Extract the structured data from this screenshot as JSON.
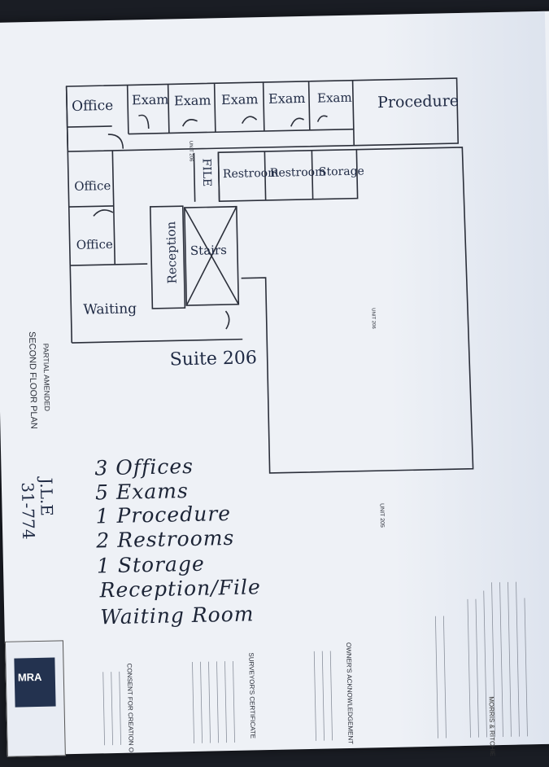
{
  "rooms": {
    "office_top": "Office",
    "exam_1": "Exam",
    "exam_2": "Exam",
    "exam_3": "Exam",
    "exam_4": "Exam",
    "exam_5": "Exam",
    "procedure": "Procedure",
    "office_mid": "Office",
    "office_low": "Office",
    "waiting": "Waiting",
    "reception": "Reception",
    "file": "FILE",
    "restroom_1": "Restroom",
    "restroom_2": "Restroom",
    "storage": "Storage",
    "stairs": "Stairs",
    "suite": "Suite 206"
  },
  "plan_labels": {
    "unit_206_a": "UNIT 206",
    "unit_206_b": "UNIT 206",
    "unit_205": "UNIT 205"
  },
  "title_block": {
    "line1": "PARTIAL AMENDED",
    "line2": "SECOND FLOOR PLAN"
  },
  "handwritten_id": {
    "initials": "J.L.E",
    "number": "31-774"
  },
  "summary_list": [
    "3 Offices",
    "5 Exams",
    "1 Procedure",
    "2 Restrooms",
    "1 Storage",
    "Reception/File",
    "Waiting Room"
  ],
  "certificates": {
    "owners": "OWNER'S ACKNOWLEDGEMENT",
    "surveyors": "SURVEYOR'S CERTIFICATE",
    "consent": "CONSENT FOR CREATION OF UNIT OWNERS"
  },
  "firm": {
    "logo": "MRA",
    "name": "MORRIS & RITCHIE"
  },
  "colors": {
    "paper": "#eef1f6",
    "ink": "#1f2a44",
    "background": "#1a1d24"
  }
}
